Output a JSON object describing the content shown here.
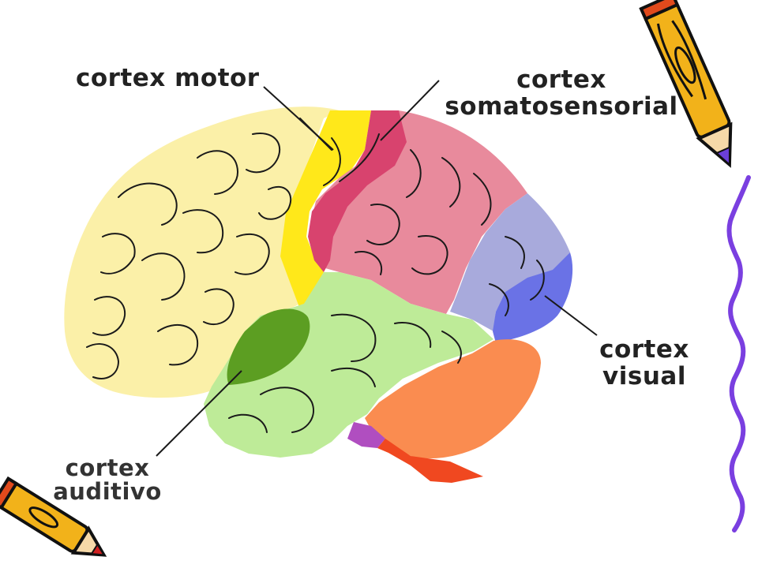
{
  "labels": {
    "motor": "cortex motor",
    "somato_line1": "cortex",
    "somato_line2": "somatosensorial",
    "visual_line1": "cortex",
    "visual_line2": "visual",
    "auditivo_line1": "cortex",
    "auditivo_line2": "auditivo"
  },
  "colors": {
    "frontal": "#FBF0A8",
    "motor": "#FFE81A",
    "somatosensory": "#D8436E",
    "parietal": "#E88A9C",
    "occipital": "#A8AADC",
    "visual": "#6A72E6",
    "temporal": "#BEEB98",
    "auditory": "#5C9E22",
    "cerebellum": "#FA8C50",
    "brainstem": "#F04820",
    "pons": "#B04EC0",
    "pencil_body": "#F2B21A",
    "pencil_tip": "#6B3FD8",
    "wavy_border": "#7A3FE0"
  },
  "icons": [
    "pencil-icon",
    "pencil-icon"
  ]
}
